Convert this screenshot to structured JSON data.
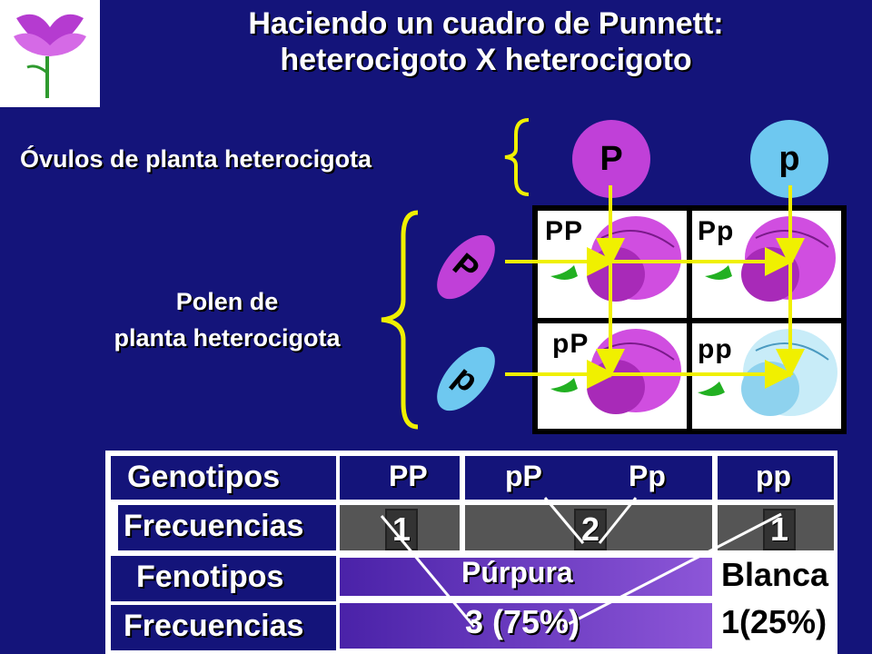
{
  "title": {
    "line1": "Haciendo un cuadro de Punnett:",
    "line2": "heterocigoto X heterocigoto"
  },
  "ovules": {
    "label": "Óvulos de planta heterocigota",
    "alleles": [
      "P",
      "p"
    ]
  },
  "pollen": {
    "label_line1": "Polen de",
    "label_line2": "planta heterocigota",
    "alleles": [
      "P",
      "p"
    ]
  },
  "punnett": {
    "cells": [
      "PP",
      "Pp",
      "pP",
      "pp"
    ]
  },
  "table": {
    "labels": {
      "genotypes": "Genotipos",
      "frequencies1": "Frecuencias",
      "phenotypes": "Fenotipos",
      "frequencies2": "Frecuencias"
    },
    "genotypes": [
      "PP",
      "pP",
      "Pp",
      "pp"
    ],
    "genotype_frequencies": [
      "1",
      "2",
      "1"
    ],
    "phenotypes": {
      "purple": "Púrpura",
      "white": "Blanca"
    },
    "phenotype_frequencies": {
      "purple": "3 (75%)",
      "white": "1(25%)"
    }
  },
  "colors": {
    "background": "#14147a",
    "purple_allele": "#c040d8",
    "white_allele": "#6ec8f0",
    "arrow": "#f0f000",
    "bracket": "#f0f000"
  },
  "icons": [
    "sweet-pea-logo-icon",
    "purple-flower-icon",
    "white-flower-icon",
    "arrow-icon",
    "brace-icon"
  ]
}
